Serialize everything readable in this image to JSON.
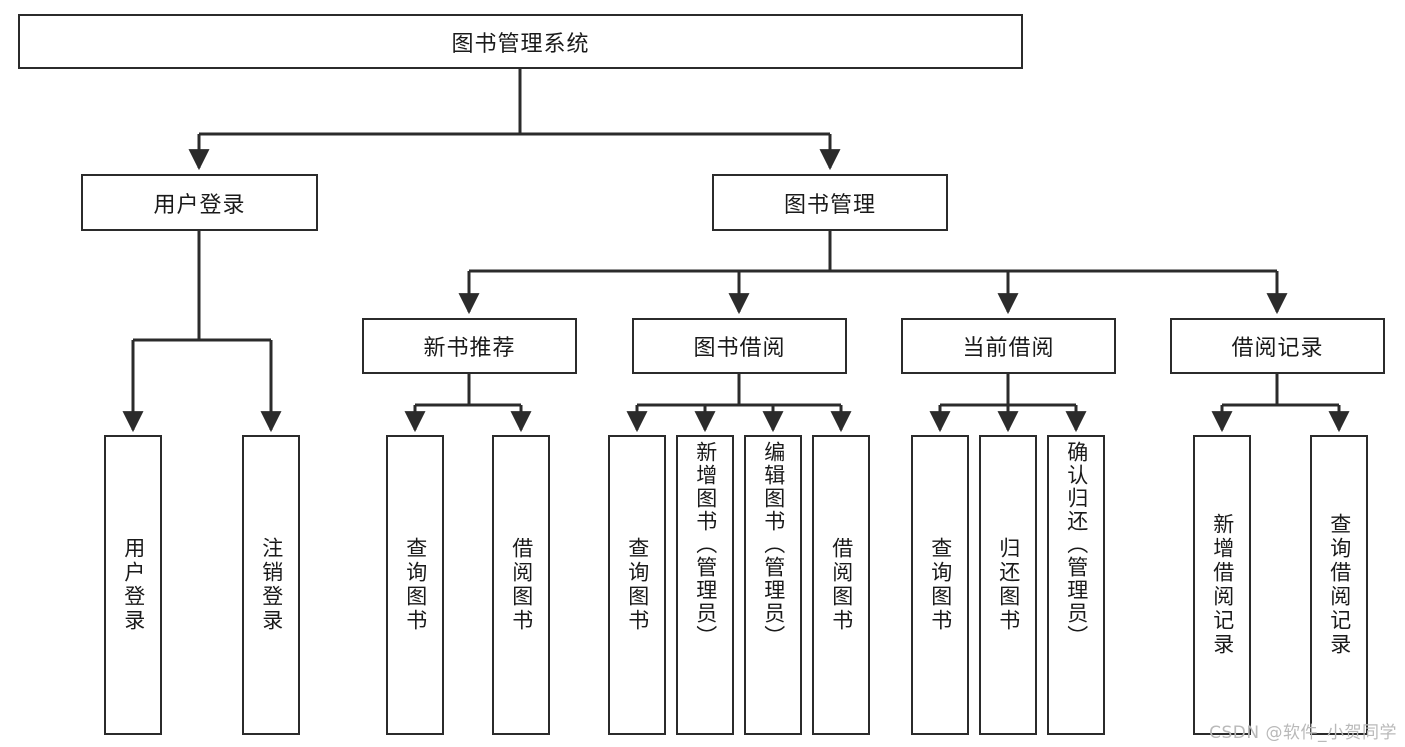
{
  "diagram": {
    "title": "图书管理系统",
    "type": "tree",
    "watermark": "CSDN @软件_小贺同学",
    "colors": {
      "node_border": "#2b2b2b",
      "node_fill": "#ffffff",
      "connector": "#2b2b2b",
      "text": "#1a1a1a",
      "watermark": "#b9b9b9",
      "background": "#ffffff"
    },
    "levels": {
      "root": "图书管理系统",
      "level2": [
        "用户登录",
        "图书管理"
      ],
      "level3": [
        "新书推荐",
        "图书借阅",
        "当前借阅",
        "借阅记录"
      ]
    },
    "nodes": {
      "root": {
        "label": "图书管理系统"
      },
      "user_login": {
        "label": "用户登录"
      },
      "book_manage": {
        "label": "图书管理"
      },
      "new_book_rec": {
        "label": "新书推荐"
      },
      "book_borrow": {
        "label": "图书借阅"
      },
      "current_borrow": {
        "label": "当前借阅"
      },
      "borrow_record": {
        "label": "借阅记录"
      },
      "leaf_user_login": {
        "label": "用户登录"
      },
      "leaf_logout": {
        "label": "注销登录"
      },
      "leaf_query_book_1": {
        "label": "查询图书"
      },
      "leaf_borrow_book_1": {
        "label": "借阅图书"
      },
      "leaf_query_book_2": {
        "label": "查询图书"
      },
      "leaf_add_book": {
        "label": "新增图书（管理员）"
      },
      "leaf_edit_book": {
        "label": "编辑图书（管理员）"
      },
      "leaf_borrow_book_2": {
        "label": "借阅图书"
      },
      "leaf_query_book_3": {
        "label": "查询图书"
      },
      "leaf_return_book": {
        "label": "归还图书"
      },
      "leaf_confirm_return": {
        "label": "确认归还（管理员）"
      },
      "leaf_add_record": {
        "label": "新增借阅记录"
      },
      "leaf_query_record": {
        "label": "查询借阅记录"
      }
    },
    "edges": [
      {
        "from": "root",
        "to": "user_login"
      },
      {
        "from": "root",
        "to": "book_manage"
      },
      {
        "from": "user_login",
        "to": "leaf_user_login"
      },
      {
        "from": "user_login",
        "to": "leaf_logout"
      },
      {
        "from": "book_manage",
        "to": "new_book_rec"
      },
      {
        "from": "book_manage",
        "to": "book_borrow"
      },
      {
        "from": "book_manage",
        "to": "current_borrow"
      },
      {
        "from": "book_manage",
        "to": "borrow_record"
      },
      {
        "from": "new_book_rec",
        "to": "leaf_query_book_1"
      },
      {
        "from": "new_book_rec",
        "to": "leaf_borrow_book_1"
      },
      {
        "from": "book_borrow",
        "to": "leaf_query_book_2"
      },
      {
        "from": "book_borrow",
        "to": "leaf_add_book"
      },
      {
        "from": "book_borrow",
        "to": "leaf_edit_book"
      },
      {
        "from": "book_borrow",
        "to": "leaf_borrow_book_2"
      },
      {
        "from": "current_borrow",
        "to": "leaf_query_book_3"
      },
      {
        "from": "current_borrow",
        "to": "leaf_return_book"
      },
      {
        "from": "current_borrow",
        "to": "leaf_confirm_return"
      },
      {
        "from": "borrow_record",
        "to": "leaf_add_record"
      },
      {
        "from": "borrow_record",
        "to": "leaf_query_record"
      }
    ]
  }
}
